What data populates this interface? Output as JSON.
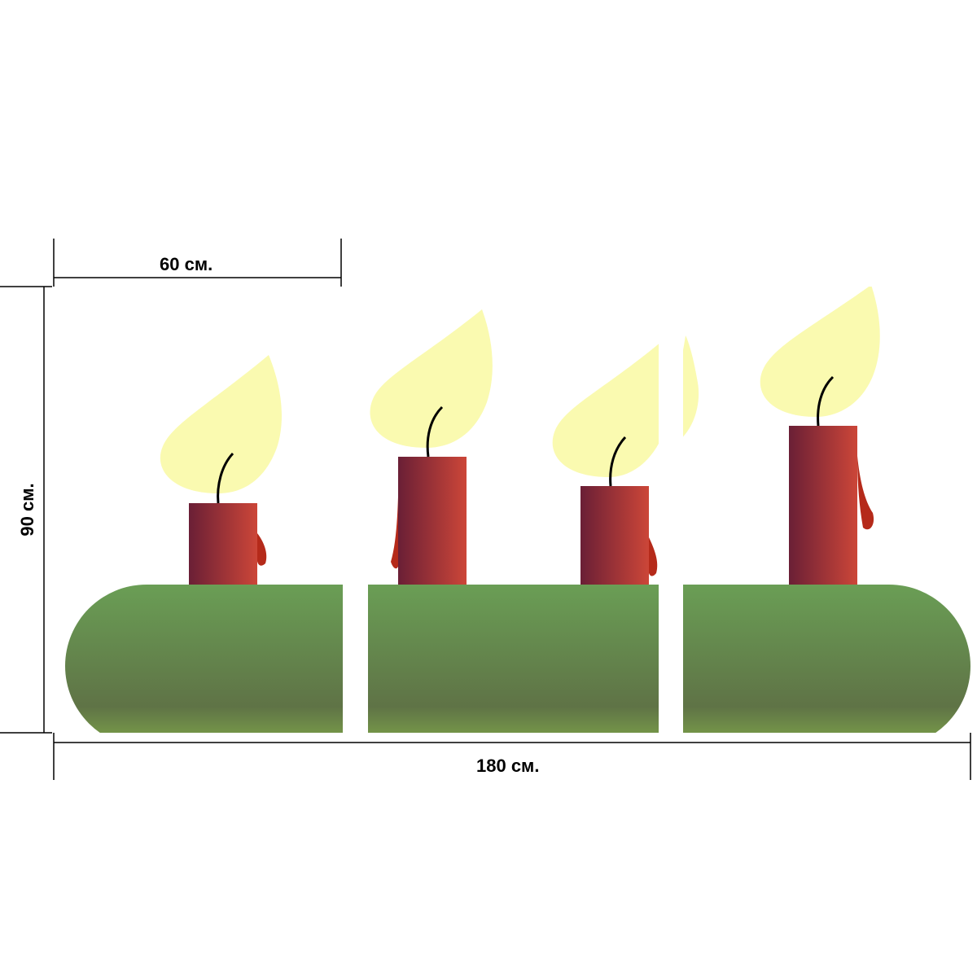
{
  "dimensions": {
    "panel_width_label": "60 см.",
    "height_label": "90 см.",
    "total_width_label": "180 см."
  },
  "colors": {
    "flame": "#fafab0",
    "candle_dark": "#6a1f36",
    "candle_light": "#cc4638",
    "drip": "#b52a1a",
    "log_top": "#6a9e55",
    "log_mid": "#5f7346",
    "log_bottom": "#7fa64a",
    "gap": "#ffffff",
    "dimension_line": "#000000"
  },
  "panels": {
    "count": 3
  }
}
